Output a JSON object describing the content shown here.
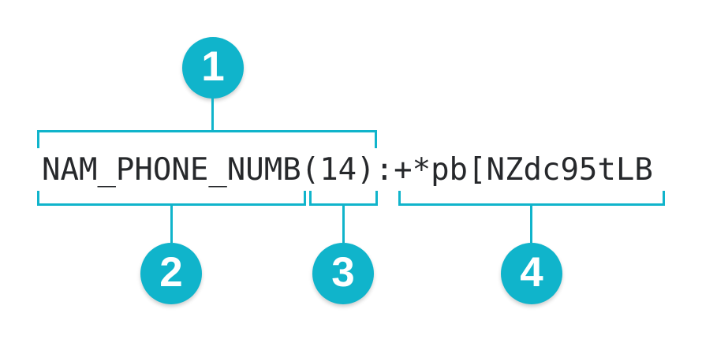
{
  "token": {
    "full_text": "NAM_PHONE_NUMB(14):+*pb[NZdc95tLB"
  },
  "callouts": [
    {
      "number": "1",
      "segment": "NAM_PHONE_NUMB(14)",
      "position": "top"
    },
    {
      "number": "2",
      "segment": "NAM_PHONE_NUMB",
      "position": "bottom"
    },
    {
      "number": "3",
      "segment": "(14)",
      "position": "bottom"
    },
    {
      "number": "4",
      "segment": "+*pb[NZdc95tLB",
      "position": "bottom"
    }
  ],
  "colors": {
    "accent": "#10b4cb",
    "token_text": "#26282b",
    "badge_number": "#ffffff",
    "background": "#ffffff"
  }
}
